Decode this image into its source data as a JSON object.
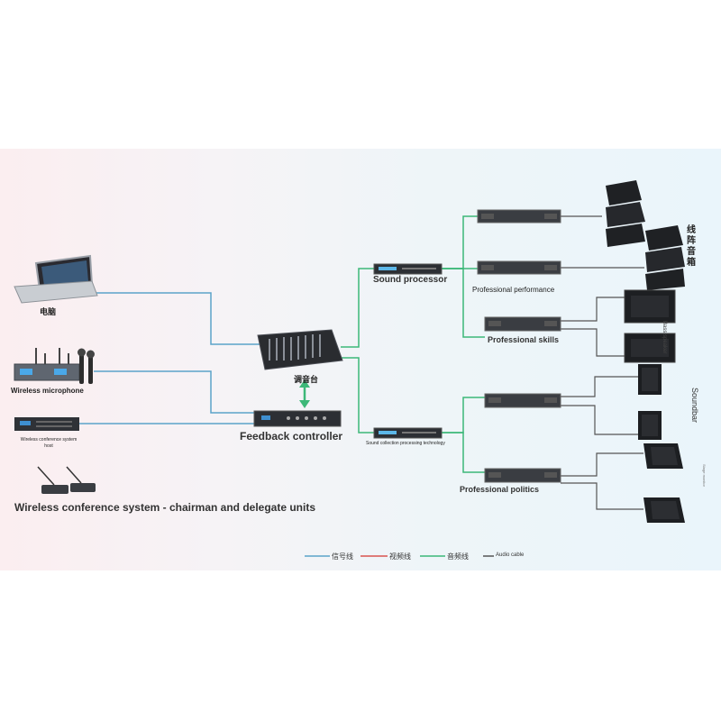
{
  "labels": {
    "computer": "电脑",
    "wireless_microphone": "Wireless microphone",
    "conference_host": "Wireless conference system host",
    "conference_units": "Wireless conference system - chairman and delegate units",
    "mixer": "调音台",
    "feedback_controller": "Feedback controller",
    "sound_processor": "Sound processor",
    "collection_processor": "Sound collection processing technology",
    "professional_performance": "Professional performance",
    "professional_skills": "Professional skills",
    "professional_politics": "Professional politics",
    "line_array": "线阵音箱",
    "bass_speaker": "Bass speaker",
    "soundbar": "Soundbar",
    "stage_monitor": "Stage monitor"
  },
  "legend": [
    {
      "label": "信号线",
      "color": "#5ba3c9"
    },
    {
      "label": "视频线",
      "color": "#d9534f"
    },
    {
      "label": "音频线",
      "color": "#3cb878"
    },
    {
      "label": "Audio cable",
      "color": "#555555"
    }
  ],
  "colors": {
    "signal": "#5ba3c9",
    "audio": "#3cb878",
    "audio_cable": "#555555"
  }
}
